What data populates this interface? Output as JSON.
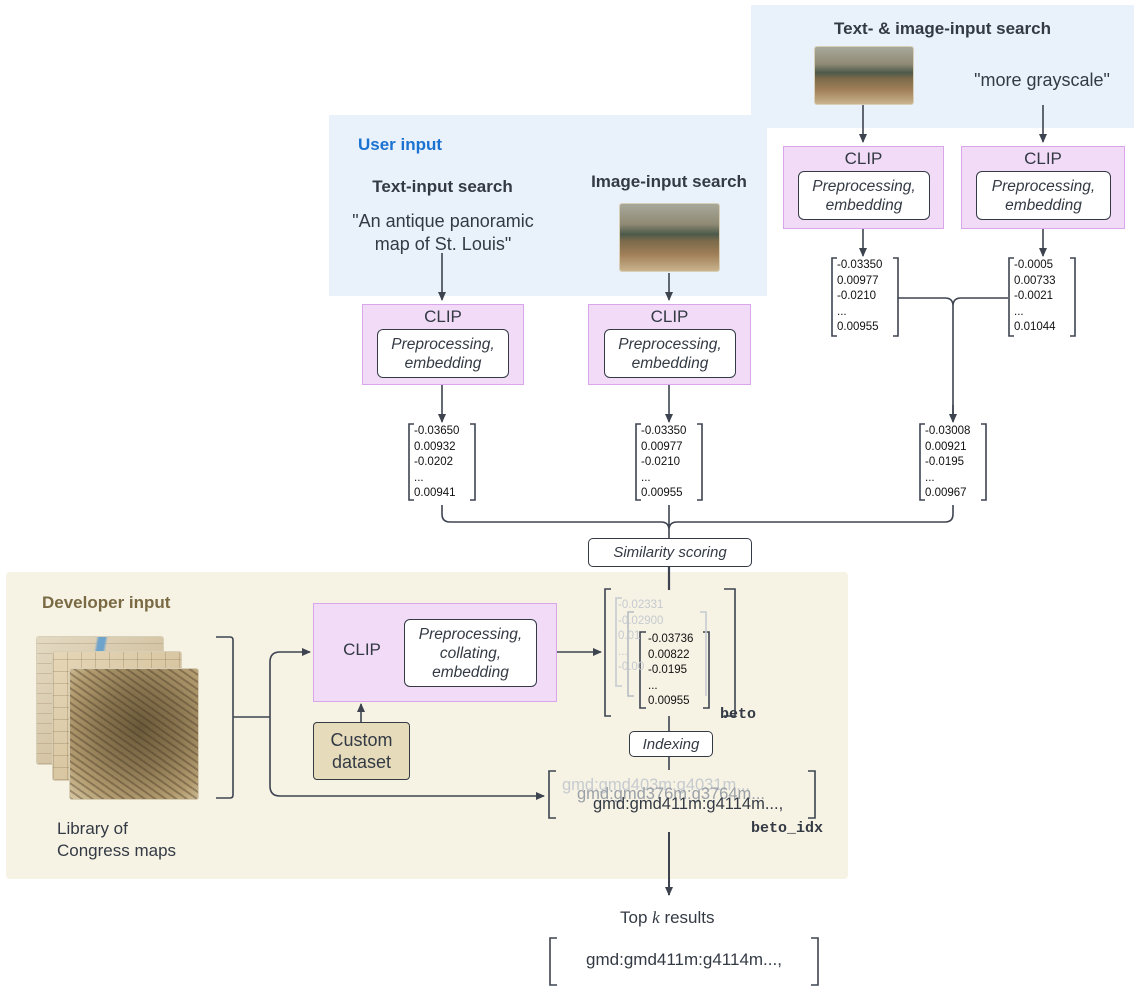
{
  "colors": {
    "user_panel": "#e9f2fb",
    "developer_panel": "#f6f2e4",
    "clip_fill": "#f1dbf7",
    "clip_border": "#d9a6ec",
    "accent_blue": "#1b72d0",
    "developer_label": "#7a6a44",
    "dataset_fill": "#e6dcbc",
    "wire": "#3d4450"
  },
  "combined_panel": {
    "title": "Text- & image-input search",
    "text_query": "\"more grayscale\"",
    "image_icon": "panoramic-map-thumbnail",
    "clip_image": {
      "title": "CLIP",
      "subtitle": "Preprocessing, embedding"
    },
    "clip_text": {
      "title": "CLIP",
      "subtitle": "Preprocessing, embedding"
    },
    "image_vector": [
      "-0.03350",
      "0.00977",
      "-0.0210",
      "...",
      "0.00955"
    ],
    "text_vector": [
      "-0.0005",
      "0.00733",
      "-0.0021",
      "...",
      "0.01044"
    ],
    "combined_vector": [
      "-0.03008",
      "0.00921",
      "-0.0195",
      "...",
      "0.00967"
    ]
  },
  "user_panel": {
    "label": "User input",
    "text_search": {
      "title": "Text-input search",
      "query": "\"An antique panoramic map of St. Louis\"",
      "clip": {
        "title": "CLIP",
        "subtitle": "Preprocessing, embedding"
      },
      "vector": [
        "-0.03650",
        "0.00932",
        "-0.0202",
        "...",
        "0.00941"
      ]
    },
    "image_search": {
      "title": "Image-input search",
      "image_icon": "panoramic-map-thumbnail",
      "clip": {
        "title": "CLIP",
        "subtitle": "Preprocessing, embedding"
      },
      "vector": [
        "-0.03350",
        "0.00977",
        "-0.0210",
        "...",
        "0.00955"
      ]
    }
  },
  "similarity_label": "Similarity scoring",
  "developer_panel": {
    "label": "Developer input",
    "maps_caption": "Library of Congress maps",
    "clip": {
      "title": "CLIP",
      "subtitle": "Preprocessing, collating, embedding"
    },
    "custom_dataset": "Custom dataset",
    "index_vectors_back": [
      "-0.02331",
      "-0.02900",
      "0.01",
      "...",
      "-0.00"
    ],
    "index_vectors_front": [
      "-0.03736",
      "0.00822",
      "-0.0195",
      "...",
      "0.00955"
    ],
    "beto_label": "beto",
    "indexing_label": "Indexing",
    "idx_ids_back": [
      "gmd:gmd403m:g4031m...",
      "gmd:gmd376m:g3764m..."
    ],
    "idx_ids_front": "gmd:gmd411m:g4114m...,",
    "beto_idx_label": "beto_idx"
  },
  "results": {
    "label_prefix": "Top",
    "label_k": "k",
    "label_suffix": "results",
    "value": "gmd:gmd411m:g4114m...,"
  }
}
